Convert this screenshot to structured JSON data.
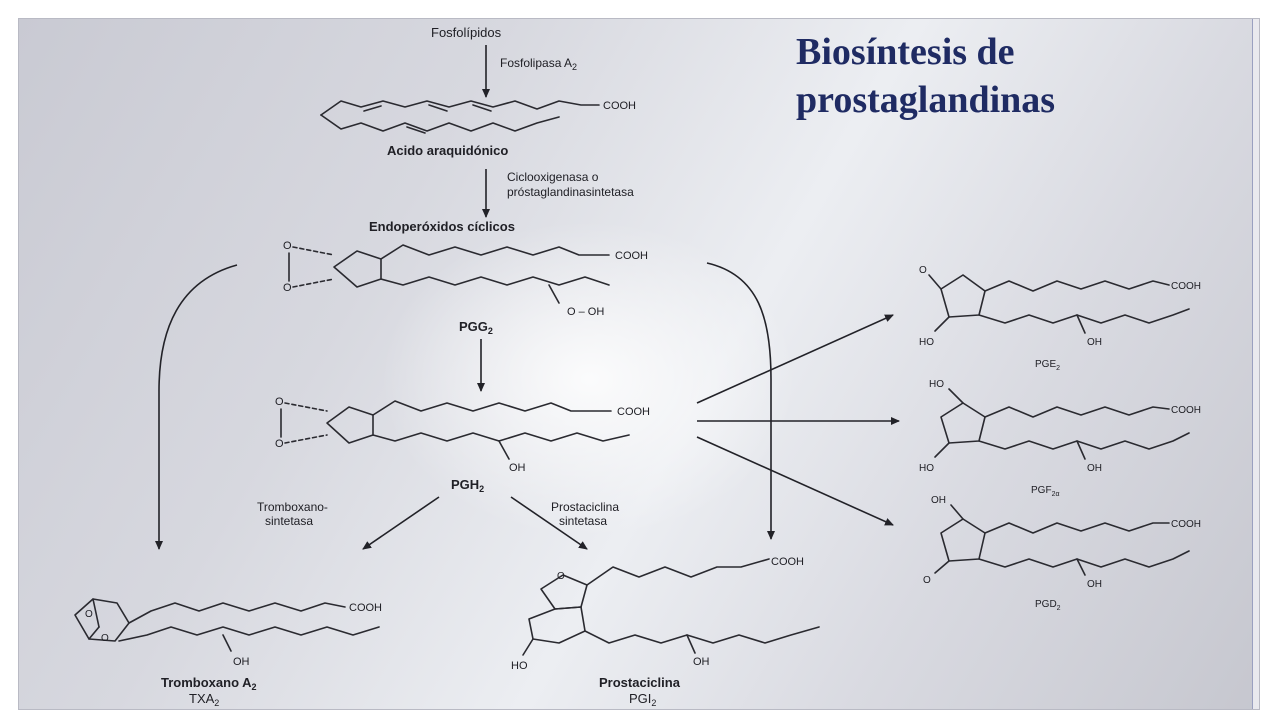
{
  "title": {
    "line1": "Biosíntesis de",
    "line2": "prostaglandinas"
  },
  "pathway": {
    "fosfolipidos": "Fosfolípidos",
    "fosfolipasa": "Fosfolipasa A",
    "fosfolipasa_sub": "2",
    "acido": "Acido araquidónico",
    "ciclooxigenasa_1": "Ciclooxigenasa o",
    "ciclooxigenasa_2": "próstaglandinasintetasa",
    "endoperoxidos": "Endoperóxidos cíclicos",
    "pgg": "PGG",
    "pgg_sub": "2",
    "pgh": "PGH",
    "pgh_sub": "2",
    "tromboxano_sint_1": "Tromboxano-",
    "tromboxano_sint_2": "sintetasa",
    "prostaciclina_sint_1": "Prostaciclina",
    "prostaciclina_sint_2": "sintetasa",
    "tromboxano_name": "Tromboxano A",
    "tromboxano_name_sub": "2",
    "txa": "TXA",
    "txa_sub": "2",
    "prostaciclina_name": "Prostaciclina",
    "pgi": "PGI",
    "pgi_sub": "2",
    "pge": "PGE",
    "pge_sub": "2",
    "pgf": "PGF",
    "pgf_sub": "2α",
    "pgd": "PGD",
    "pgd_sub": "2"
  },
  "atoms": {
    "cooh": "COOH",
    "oh": "OH",
    "ho": "HO",
    "o": "O",
    "ooh": "O – OH"
  }
}
